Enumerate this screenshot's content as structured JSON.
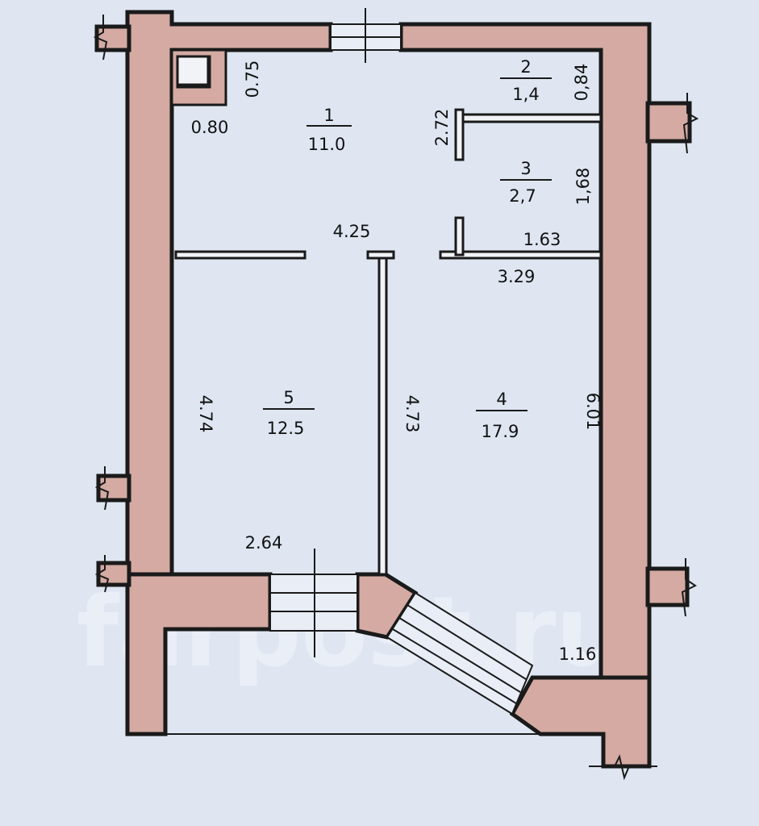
{
  "rooms": [
    {
      "number": "1",
      "area": "11.0"
    },
    {
      "number": "2",
      "area": "1,4"
    },
    {
      "number": "3",
      "area": "2,7"
    },
    {
      "number": "4",
      "area": "17.9"
    },
    {
      "number": "5",
      "area": "12.5"
    }
  ],
  "dimensions": {
    "d_0_75": "0.75",
    "d_0_80": "0.80",
    "d_0_84": "0,84",
    "d_2_72": "2.72",
    "d_1_68": "1,68",
    "d_4_25": "4.25",
    "d_1_63": "1.63",
    "d_3_29": "3.29",
    "d_4_74": "4.74",
    "d_4_73": "4.73",
    "d_6_01": "6.01",
    "d_2_64": "2.64",
    "d_1_16": "1.16"
  },
  "watermark": "farpost.ru",
  "colors": {
    "wall": "#d4aaa3",
    "background": "#dfe6f2",
    "line": "#1a1a1a"
  }
}
